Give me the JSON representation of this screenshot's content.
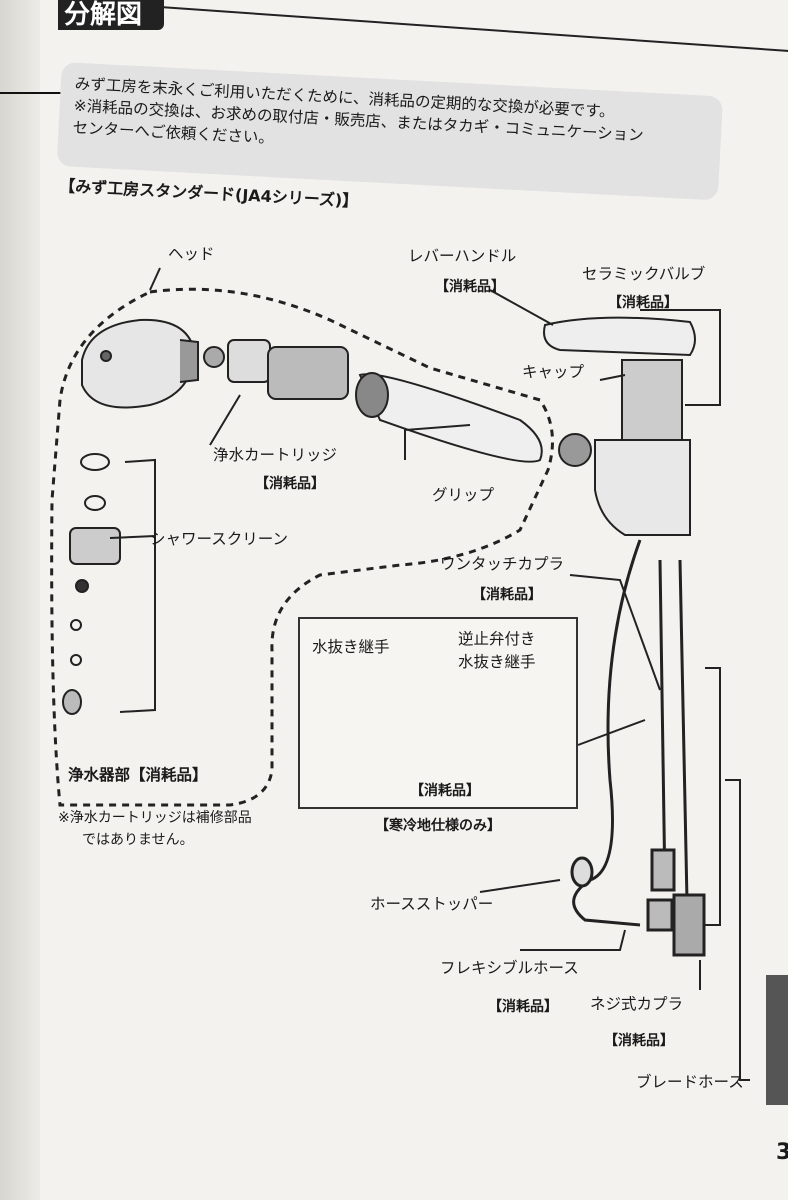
{
  "header": {
    "tab_text": "分解図"
  },
  "notice": {
    "line1": "みず工房を末永くご利用いただくために、消耗品の定期的な交換が必要です。",
    "line2": "※消耗品の交換は、お求めの取付店・販売店、またはタカギ・コミュニケーション",
    "line3": "センターへご依頼ください。"
  },
  "section_title": "【みず工房スタンダード(JA4シリーズ)】",
  "labels": {
    "head": "ヘッド",
    "lever": "レバーハンドル",
    "lever_tag": "【消耗品】",
    "valve": "セラミックバルブ",
    "valve_tag": "【消耗品】",
    "cap": "キャップ",
    "cartridge": "浄水カートリッジ",
    "cartridge_tag": "【消耗品】",
    "grip": "グリップ",
    "screen": "シャワースクリーン",
    "filter_part": "浄水器部【消耗品】",
    "coupler": "ワンタッチカプラ",
    "coupler_tag": "【消耗品】",
    "drain": "水抜き継手",
    "check_drain_1": "逆止弁付き",
    "check_drain_2": "水抜き継手",
    "inset_tag": "【消耗品】",
    "cold_only": "【寒冷地仕様のみ】",
    "note_1": "※浄水カートリッジは補修部品",
    "note_2": "ではありません。",
    "stopper": "ホースストッパー",
    "flex_hose": "フレキシブルホース",
    "flex_tag": "【消耗品】",
    "screw_coupler": "ネジ式カプラ",
    "screw_tag": "【消耗品】",
    "braided_hose": "ブレードホース"
  },
  "page_number": "3",
  "colors": {
    "ink": "#1a1a1a",
    "paper": "#f3f2ef",
    "panel": "#e2e2e2"
  }
}
